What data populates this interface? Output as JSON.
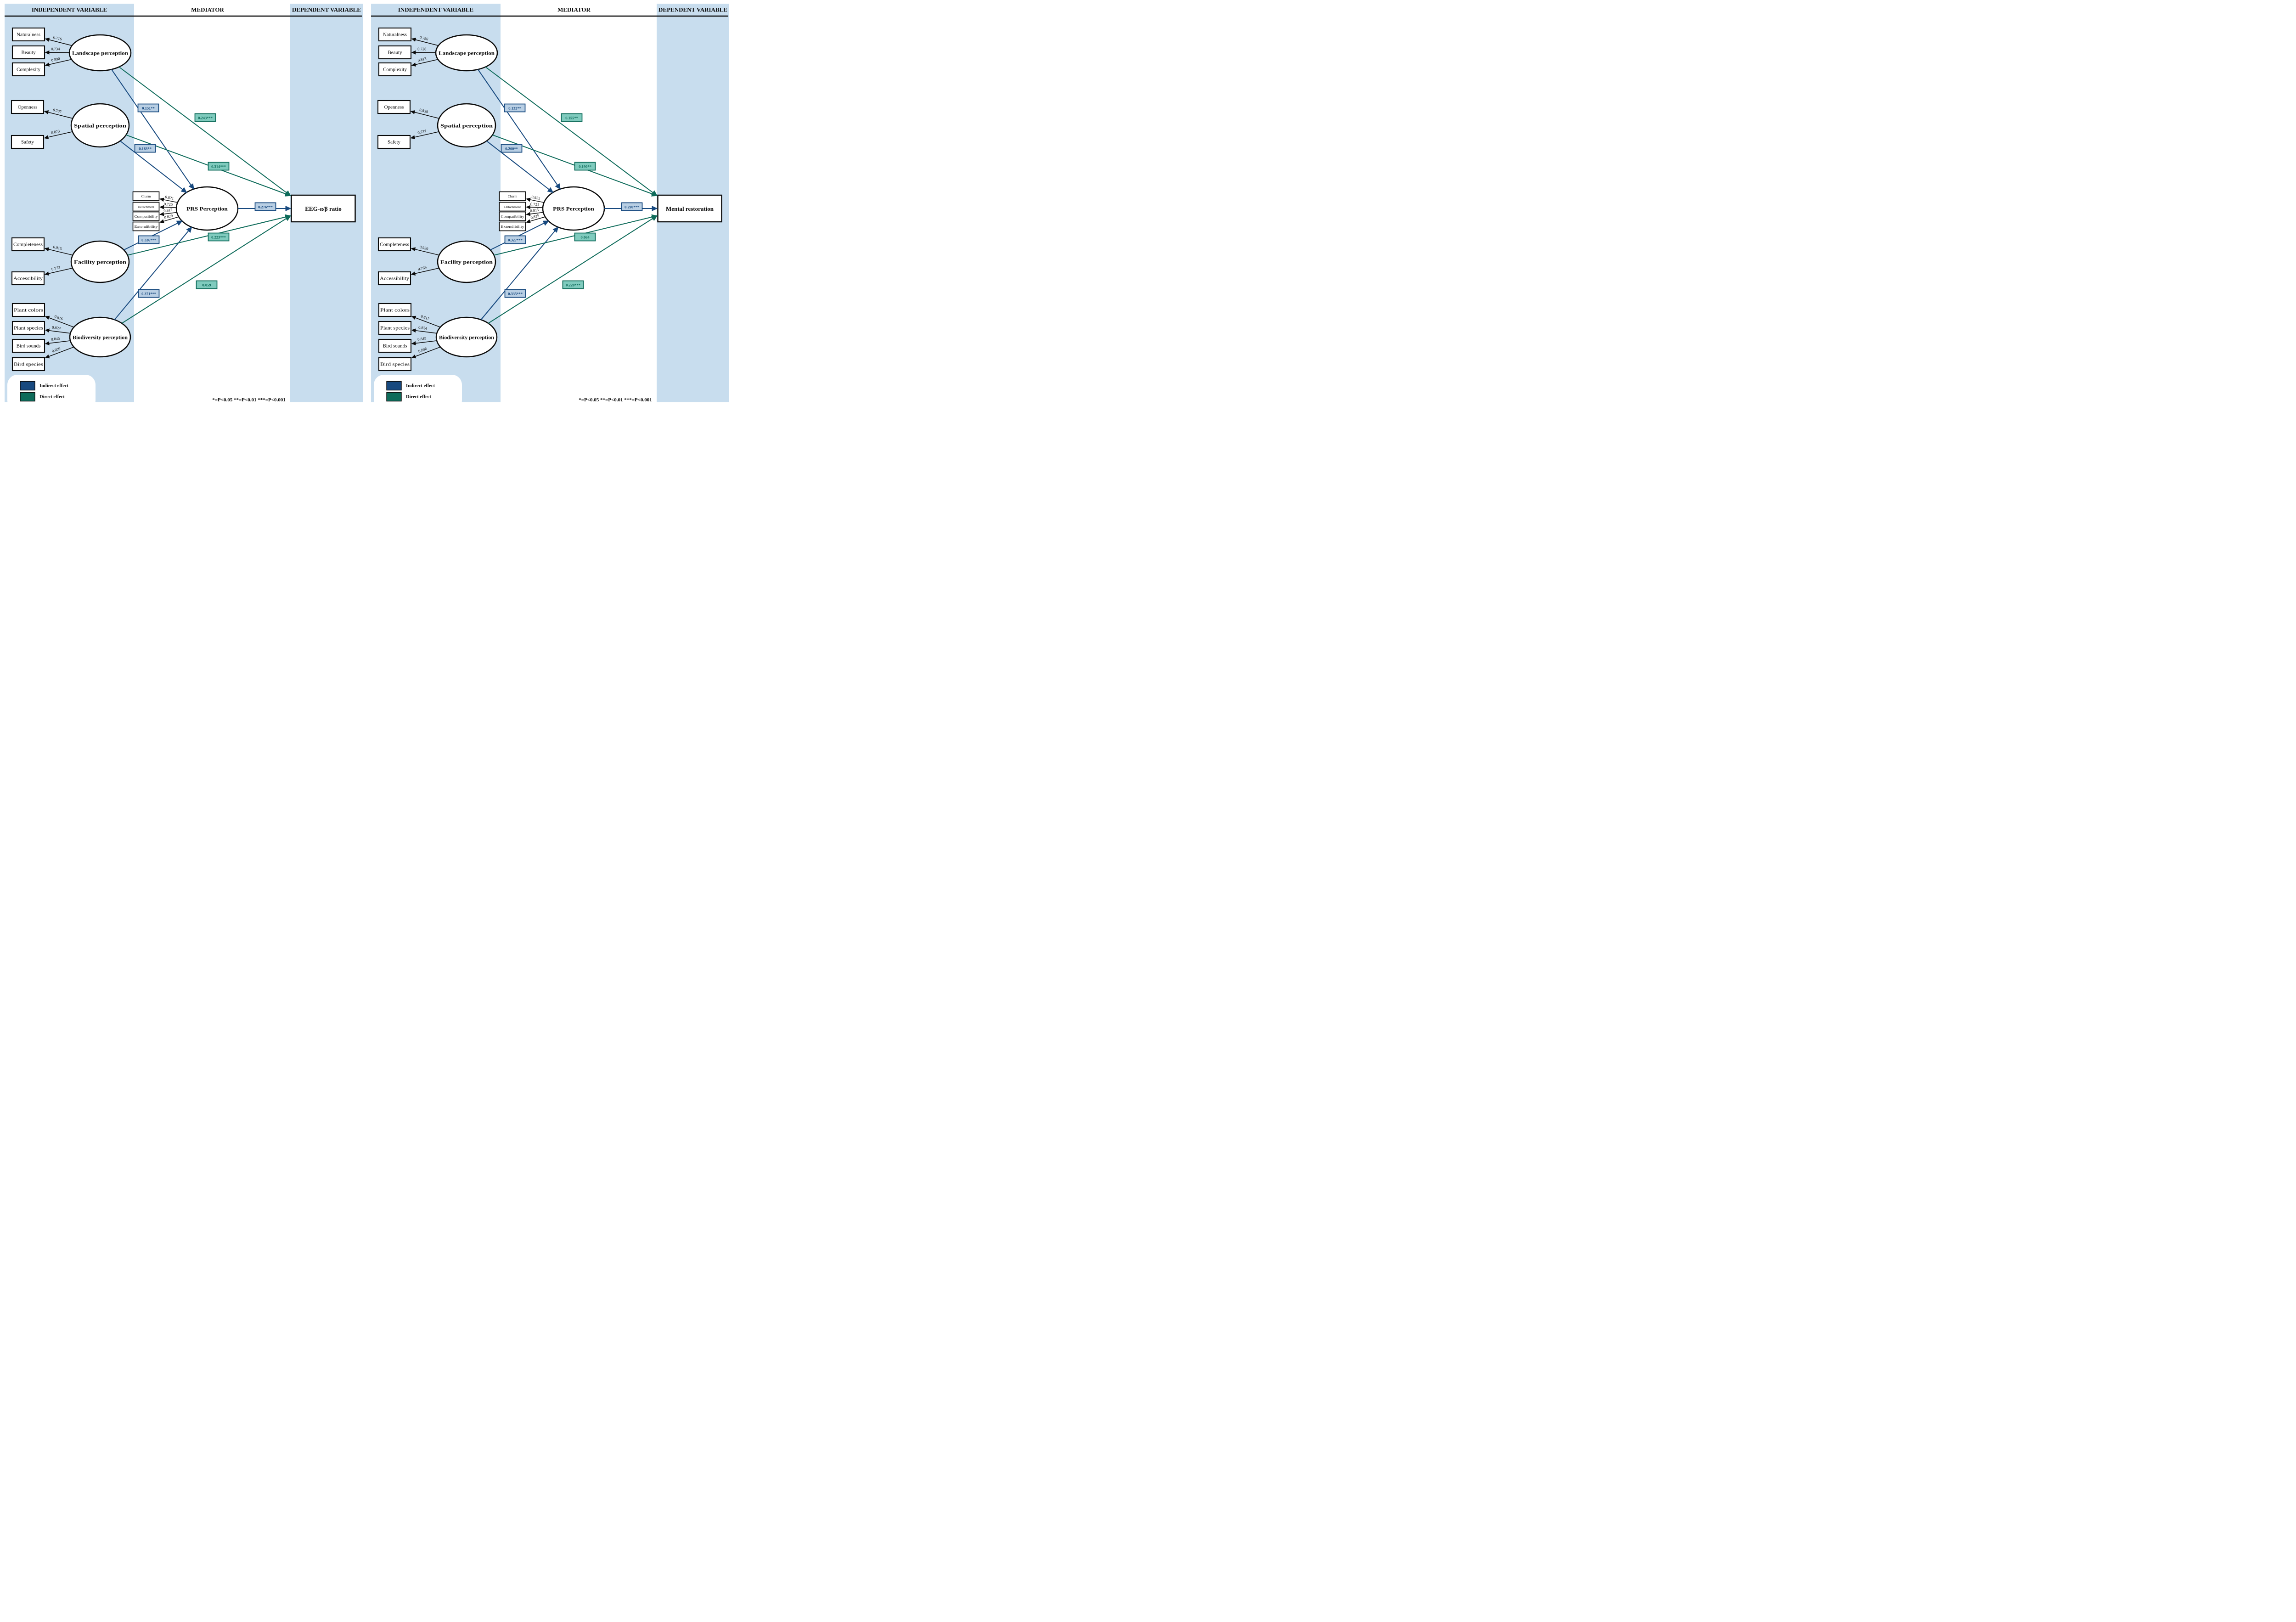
{
  "column_headers": {
    "independent": "INDEPENDENT VARIABLE",
    "mediator": "MEDIATOR",
    "dependent": "DEPENDENT VARIABLE"
  },
  "legend": [
    {
      "label": "Indirect effect",
      "color": "#17497f"
    },
    {
      "label": "Direct effect",
      "color": "#0e6b5a"
    }
  ],
  "significance_note": "*=P<0.05  **=P<0.01  ***=P<0.001",
  "colors": {
    "band": "#c8ddee",
    "indirect_line": "#17497f",
    "indirect_fill": "#b9cfe4",
    "direct_line": "#0e6b5a",
    "direct_fill": "#80cbbe",
    "node_fill": "#ffffff",
    "ink": "#0a0a0a"
  },
  "panels": [
    {
      "id": "eeg",
      "dependent_label": "EEG-α/β ratio",
      "latents": [
        {
          "id": "landscape",
          "label": "Landscape perception",
          "indicators": [
            {
              "label": "Naturalness",
              "loading": "0.716"
            },
            {
              "label": "Beauty",
              "loading": "0.734"
            },
            {
              "label": "Complexity",
              "loading": "0.890"
            }
          ]
        },
        {
          "id": "spatial",
          "label": "Spatial perception",
          "indicators": [
            {
              "label": "Openness",
              "loading": "0.707"
            },
            {
              "label": "Safety",
              "loading": "0.873"
            }
          ]
        },
        {
          "id": "facility",
          "label": "Facility perception",
          "indicators": [
            {
              "label": "Completeness",
              "loading": "0.915"
            },
            {
              "label": "Accessibility",
              "loading": "0.773"
            }
          ]
        },
        {
          "id": "biodiversity",
          "label": "Biodiversity perception",
          "indicators": [
            {
              "label": "Plant colors",
              "loading": "0.816"
            },
            {
              "label": "Plant species",
              "loading": "0.824"
            },
            {
              "label": "Bird sounds",
              "loading": "0.845"
            },
            {
              "label": "Bird species",
              "loading": "0.809"
            }
          ]
        },
        {
          "id": "prs",
          "label": "PRS Perception",
          "indicators": [
            {
              "label": "Charm",
              "loading": "0.821"
            },
            {
              "label": "Detachment",
              "loading": "0.726"
            },
            {
              "label": "Compatibility",
              "loading": "0.812"
            },
            {
              "label": "Extendibility",
              "loading": "0.829"
            }
          ]
        }
      ],
      "indirect_paths": [
        "0.151**",
        "0.183**",
        "0.336***",
        "0.371***"
      ],
      "mediator_to_dependent": "0.276***",
      "direct_paths": [
        "0.243***",
        "0.314***",
        "0.223***",
        "0.059"
      ]
    },
    {
      "id": "mental",
      "dependent_label": "Mental restoration",
      "latents": [
        {
          "id": "landscape",
          "label": "Landscape perception",
          "indicators": [
            {
              "label": "Naturalness",
              "loading": "0.786"
            },
            {
              "label": "Beauty",
              "loading": "0.728"
            },
            {
              "label": "Complexity",
              "loading": "0.813"
            }
          ]
        },
        {
          "id": "spatial",
          "label": "Spatial perception",
          "indicators": [
            {
              "label": "Openness",
              "loading": "0.838"
            },
            {
              "label": "Safety",
              "loading": "0.737"
            }
          ]
        },
        {
          "id": "facility",
          "label": "Facility perception",
          "indicators": [
            {
              "label": "Completeness",
              "loading": "0.920"
            },
            {
              "label": "Accessibility",
              "loading": "0.769"
            }
          ]
        },
        {
          "id": "biodiversity",
          "label": "Biodiversity perception",
          "indicators": [
            {
              "label": "Plant colors",
              "loading": "0.817"
            },
            {
              "label": "Plant species",
              "loading": "0.824"
            },
            {
              "label": "Bird sounds",
              "loading": "0.845"
            },
            {
              "label": "Bird species",
              "loading": "0.808"
            }
          ]
        },
        {
          "id": "prs",
          "label": "PRS Perception",
          "indicators": [
            {
              "label": "Charm",
              "loading": "0.825"
            },
            {
              "label": "Detachment",
              "loading": "0.721"
            },
            {
              "label": "Compatibility",
              "loading": "0.815"
            },
            {
              "label": "Extendibility",
              "loading": "0.825"
            }
          ]
        }
      ],
      "indirect_paths": [
        "0.132**",
        "0.200**",
        "0.327***",
        "0.335***"
      ],
      "mediator_to_dependent": "0.290***",
      "direct_paths": [
        "0.155**",
        "0.190**",
        "0.064",
        "0.220***"
      ]
    }
  ]
}
